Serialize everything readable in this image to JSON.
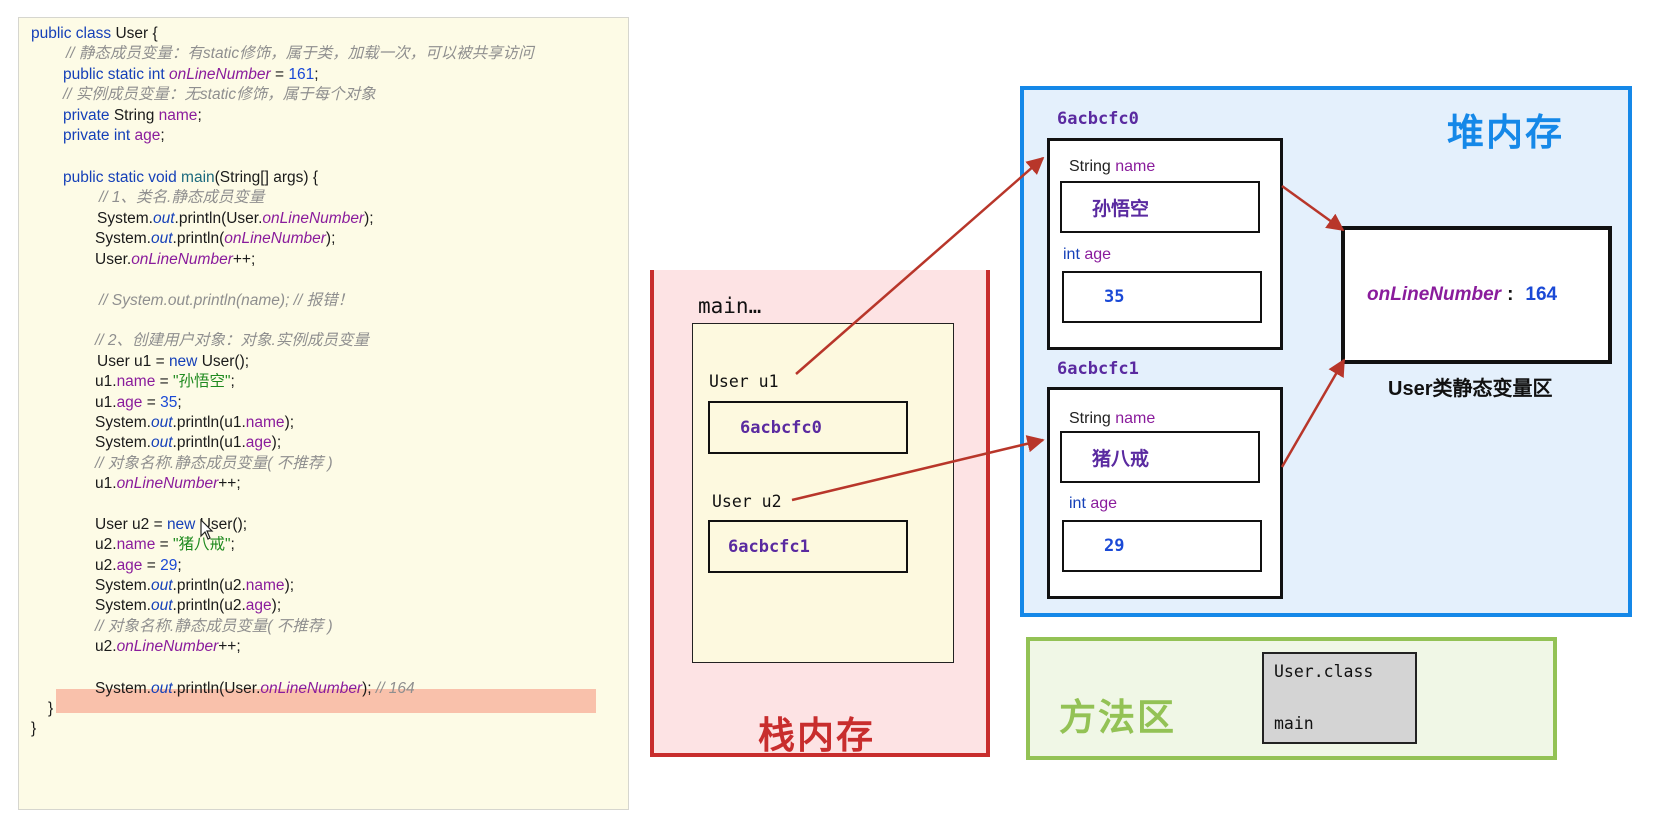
{
  "code": {
    "line1": {
      "a": "public class ",
      "b": "User {"
    },
    "line2": "// 静态成员变量：有static修饰，属于类，加载一次，可以被共享访问",
    "line3": {
      "a": "public static int ",
      "b": "onLineNumber",
      "c": " = ",
      "d": "161",
      "e": ";"
    },
    "line4": "// 实例成员变量：无static修饰，属于每个对象",
    "line5": {
      "a": "private ",
      "b": "String ",
      "c": "name",
      "d": ";"
    },
    "line6": {
      "a": "private int ",
      "b": "age",
      "c": ";"
    },
    "line7": {
      "a": "public static void ",
      "b": "main",
      "c": "(String[] args) {"
    },
    "line8": "// 1、类名.静态成员变量",
    "line9": {
      "a": "System.",
      "b": "out",
      "c": ".println(User.",
      "d": "onLineNumber",
      "e": ");"
    },
    "line10": {
      "a": "System.",
      "b": "out",
      "c": ".println(",
      "d": "onLineNumber",
      "e": ");"
    },
    "line11": {
      "a": "User.",
      "b": "onLineNumber",
      "c": "++;"
    },
    "line12": "// System.out.println(name); // 报错！",
    "line13": "// 2、创建用户对象：对象.实例成员变量",
    "line14": {
      "a": "User u1 = ",
      "b": "new ",
      "c": "User();"
    },
    "line15": {
      "a": "u1.",
      "b": "name",
      "c": " = ",
      "d": "\"孙悟空\"",
      "e": ";"
    },
    "line16": {
      "a": "u1.",
      "b": "age",
      "c": " = ",
      "d": "35",
      "e": ";"
    },
    "line17": {
      "a": "System.",
      "b": "out",
      "c": ".println(u1.",
      "d": "name",
      "e": ");"
    },
    "line18": {
      "a": "System.",
      "b": "out",
      "c": ".println(u1.",
      "d": "age",
      "e": ");"
    },
    "line19": "// 对象名称.静态成员变量( 不推荐 )",
    "line20": {
      "a": "u1.",
      "b": "onLineNumber",
      "c": "++;"
    },
    "line21": {
      "a": "User u2 = ",
      "b": "new ",
      "c": "User();"
    },
    "line22": {
      "a": "u2.",
      "b": "name",
      "c": " = ",
      "d": "\"猪八戒\"",
      "e": ";"
    },
    "line23": {
      "a": "u2.",
      "b": "age",
      "c": " = ",
      "d": "29",
      "e": ";"
    },
    "line24": {
      "a": "System.",
      "b": "out",
      "c": ".println(u2.",
      "d": "name",
      "e": ");"
    },
    "line25": {
      "a": "System.",
      "b": "out",
      "c": ".println(u2.",
      "d": "age",
      "e": ");"
    },
    "line26": "// 对象名称.静态成员变量( 不推荐 )",
    "line27": {
      "a": "u2.",
      "b": "onLineNumber",
      "c": "++;"
    },
    "line28": {
      "a": "System.",
      "b": "out",
      "c": ".println(User.",
      "d": "onLineNumber",
      "e": "); ",
      "f": "// 164"
    },
    "line29": "}",
    "line30": "}"
  },
  "stack": {
    "title": "栈内存",
    "frame_label": "main…",
    "var1": "User  u1",
    "var1_ref": "6acbcfc0",
    "var2": "User u2",
    "var2_ref": "6acbcfc1"
  },
  "heap": {
    "title": "堆内存",
    "objects": [
      {
        "address": "6acbcfc0",
        "name_type": "String",
        "name_field": "name",
        "name_value": "孙悟空",
        "age_type": "int",
        "age_field": "age",
        "age_value": "35"
      },
      {
        "address": "6acbcfc1",
        "name_type": "String",
        "name_field": "name",
        "name_value": "猪八戒",
        "age_type": "int",
        "age_field": "age",
        "age_value": "29"
      }
    ],
    "static_area": {
      "key": "onLineNumber",
      "colon": ":",
      "value": "164",
      "caption": "User类静态变量区"
    }
  },
  "method_area": {
    "title": "方法区",
    "class_name": "User.class",
    "method": "main"
  },
  "colors": {
    "stack": "#c82d2d",
    "heap": "#1588e8",
    "method_area": "#93c255",
    "arrow": "#b8362a",
    "highlight": "#f9c1ab"
  }
}
